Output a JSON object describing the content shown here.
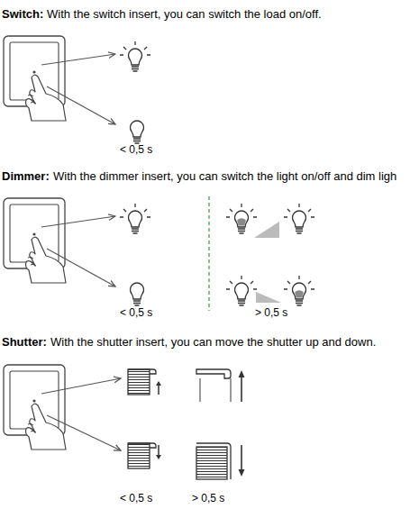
{
  "diagram": {
    "labels": [
      "Switch:",
      "With the switch insert, you can switch the load on/off.",
      "< 0,5 s",
      "Dimmer:",
      "With the dimmer insert, you can switch the light on/off and dim ligh",
      "< 0,5 s",
      "> 0,5 s",
      "Shutter:",
      "With the shutter insert, you can move the shutter up and down.",
      "< 0,5 s",
      "> 0,5 s"
    ]
  }
}
